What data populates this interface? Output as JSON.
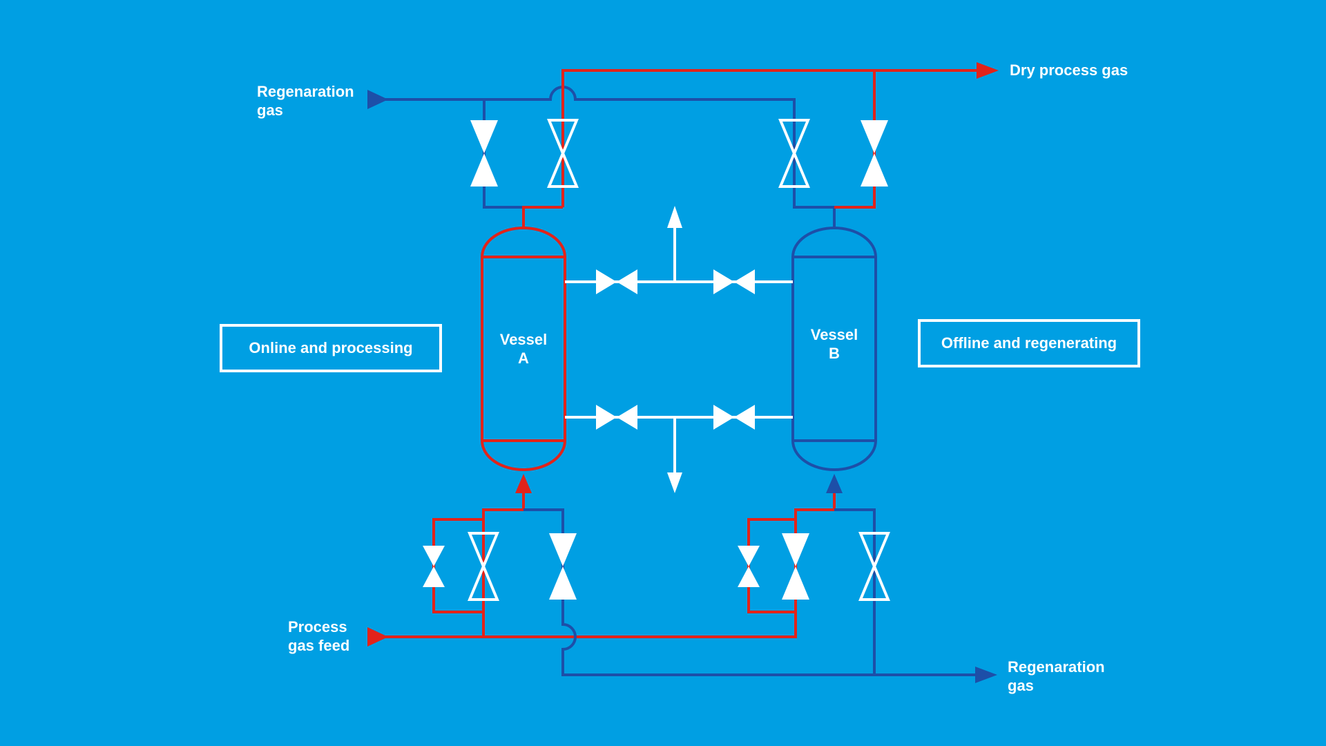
{
  "colors": {
    "background": "#009fe3",
    "process_line": "#e2231a",
    "regeneration_line": "#1d4fa8",
    "utility_line": "#ffffff"
  },
  "labels": {
    "regen_gas_in_line1": "Regenaration",
    "regen_gas_in_line2": "gas",
    "dry_process_gas": "Dry process gas",
    "process_feed_line1": "Process",
    "process_feed_line2": "gas feed",
    "regen_gas_out_line1": "Regenaration",
    "regen_gas_out_line2": "gas"
  },
  "vessels": [
    {
      "line1": "Vessel",
      "line2": "A",
      "state": "Online and processing"
    },
    {
      "line1": "Vessel",
      "line2": "B",
      "state": "Offline and regenerating"
    }
  ]
}
